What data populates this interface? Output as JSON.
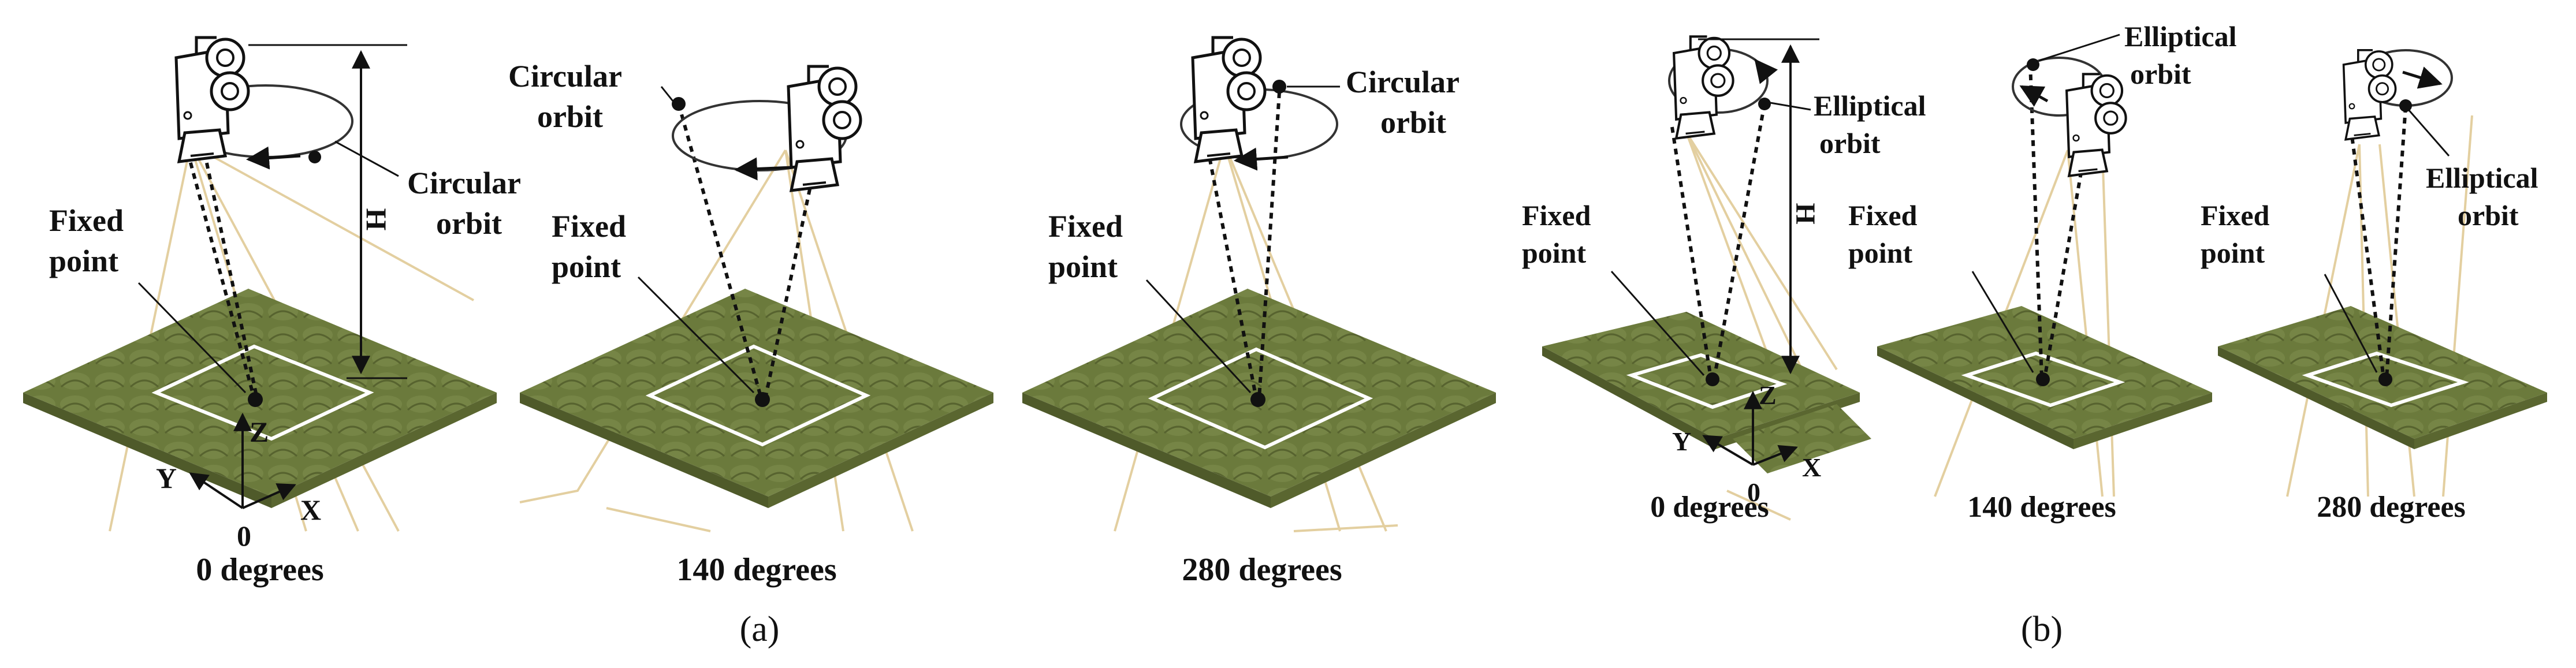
{
  "labels": {
    "fixed_point": "Fixed point",
    "fixed": "Fixed",
    "point": "point",
    "circular": "Circular",
    "elliptical": "Elliptical",
    "orbit": "orbit",
    "height": "H",
    "axis_x": "X",
    "axis_y": "Y",
    "axis_z": "Z",
    "origin": "0",
    "deg0": "0 degrees",
    "deg140": "140 degrees",
    "deg280": "280 degrees",
    "cap_a": "(a)",
    "cap_b": "(b)"
  },
  "colors": {
    "terrain": "#6b7a3c",
    "terrain_dark": "#4f5a2a",
    "wire": "#e3cfa0"
  }
}
